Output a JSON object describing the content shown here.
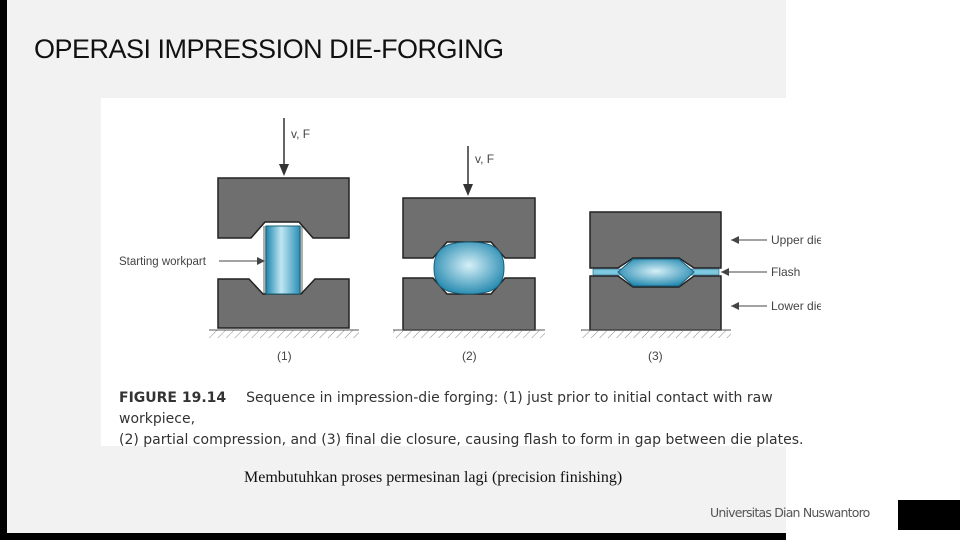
{
  "slide": {
    "title": "OPERASI IMPRESSION DIE-FORGING",
    "note": "Membutuhkan proses permesinan lagi (precision finishing)",
    "footer_brand": "Universitas Dian Nuswantoro"
  },
  "figure": {
    "force_label_1": "v, F",
    "force_label_2": "v, F",
    "label_starting_workpart": "Starting workpart",
    "label_upper_die": "Upper die",
    "label_flash": "Flash",
    "label_lower_die": "Lower die",
    "stage_1": "(1)",
    "stage_2": "(2)",
    "stage_3": "(3)",
    "caption_label": "FIGURE 19.14",
    "caption_line_1": "Sequence in impression-die forging: (1) just prior to initial contact with raw workpiece,",
    "caption_line_2": "(2) partial compression, and (3) final die closure, causing flash to form in gap between die plates."
  },
  "colors": {
    "die_fill": "#6f6f6f",
    "die_stroke": "#222222",
    "workpart_blue": "#3aa7c9",
    "cavity_dark": "#4a4a4a"
  }
}
